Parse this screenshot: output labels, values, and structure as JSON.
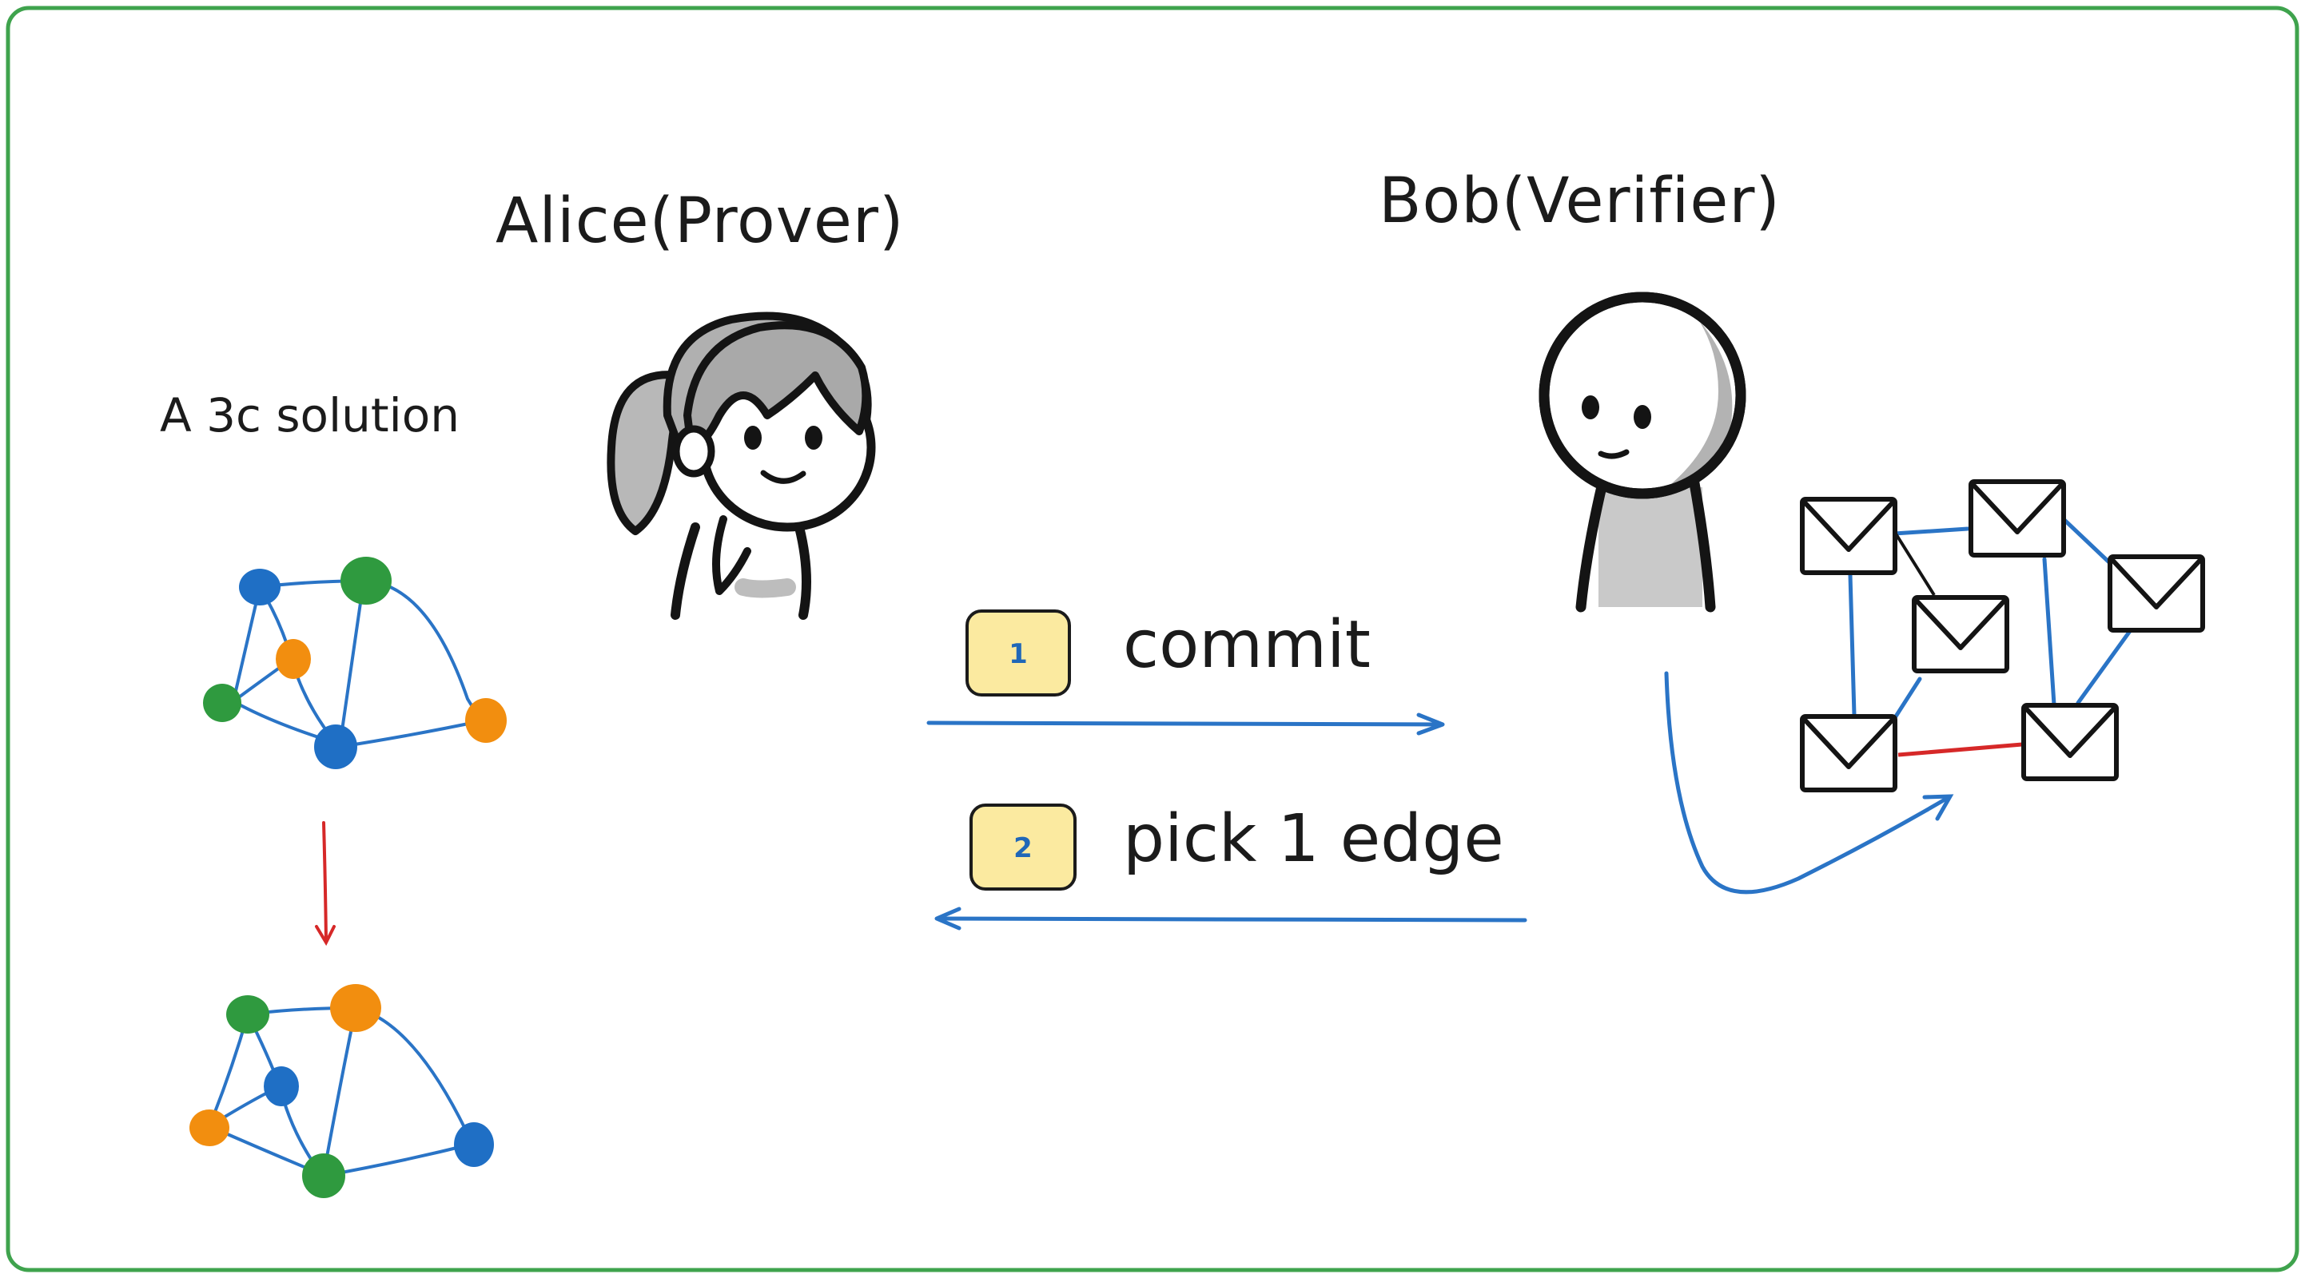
{
  "diagram": {
    "titles": {
      "prover": "Alice(Prover)",
      "verifier": "Bob(Verifier)"
    },
    "caption": "A 3c solution",
    "steps": [
      {
        "number": "1",
        "label": "commit",
        "direction": "prover-to-verifier"
      },
      {
        "number": "2",
        "label": "pick 1 edge",
        "direction": "verifier-to-prover"
      }
    ],
    "colors": {
      "frame": "#3fa34d",
      "edge": "#2a74c6",
      "node_blue": "#1f6fc5",
      "node_green": "#2f9a3f",
      "node_orange": "#f28e0f",
      "arrow_red": "#d62828",
      "step_badge_fill": "#fbeaa0",
      "ink": "#1b1b1b"
    }
  }
}
